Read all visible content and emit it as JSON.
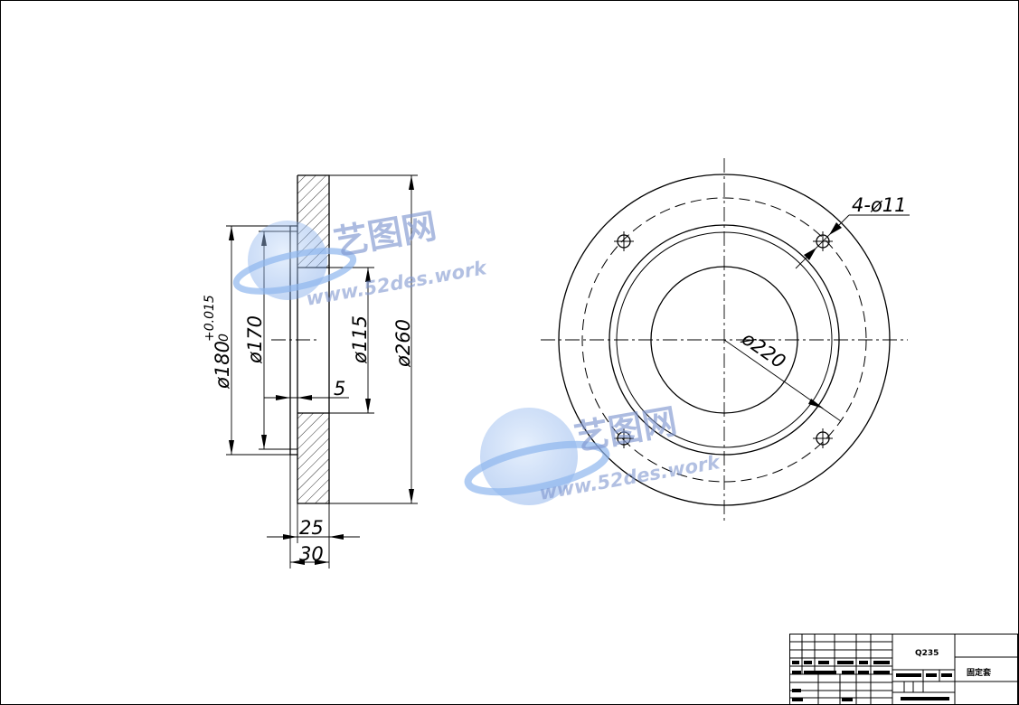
{
  "dimensions": {
    "d180_label": "ø180",
    "d180_tol_upper": "+0.015",
    "d180_tol_lower": "0",
    "d170": "ø170",
    "d115": "ø115",
    "d260": "ø260",
    "recess_depth": "5",
    "flange_thickness": "25",
    "overall_thickness": "30",
    "hole_callout": "4-ø11",
    "bolt_circle": "ø220"
  },
  "title_block": {
    "material": "Q235",
    "part_name": "固定套"
  },
  "watermark": {
    "brand_cn": "艺图网",
    "url": "www.52des.work"
  }
}
